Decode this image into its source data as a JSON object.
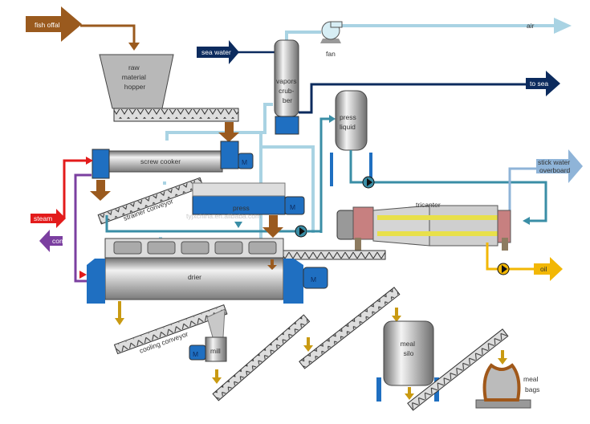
{
  "colors": {
    "raw_material": "#9a5a1e",
    "sea_water": "#0c2b5e",
    "air": "#a9d3e3",
    "press_liquid": "#3a8ea6",
    "stick_water": "#8fb4d8",
    "steam": "#e31b1b",
    "condensate": "#7b3fa0",
    "oil": "#f2b705",
    "meal": "#c99a12",
    "equipment_blue": "#1f6fc1"
  },
  "labels": {
    "fish_offal": "fish offal",
    "hopper": [
      "raw",
      "material",
      "hopper"
    ],
    "sea_water": "sea water",
    "scrubber": [
      "vapors",
      "crub-",
      "ber"
    ],
    "fan": "fan",
    "air": "air",
    "to_sea": "to sea",
    "press_liquid": [
      "press",
      "liquid"
    ],
    "screw_cooker": "screw cooker",
    "motor": "M",
    "strainer_conveyor": "strainer conveyor",
    "press": "press",
    "tricanter": "tricanter",
    "stick_water": [
      "stick water",
      "overboard"
    ],
    "steam": "steam",
    "cond": "cond.",
    "drier": "drier",
    "oil": "oil",
    "cooling_conveyor": "cooling conveyor",
    "mill": "mill",
    "meal_silo": [
      "meal",
      "silo"
    ],
    "meal_bags": [
      "meal",
      "bags"
    ]
  },
  "watermark": "tyjxchina.en.alibaba.com"
}
